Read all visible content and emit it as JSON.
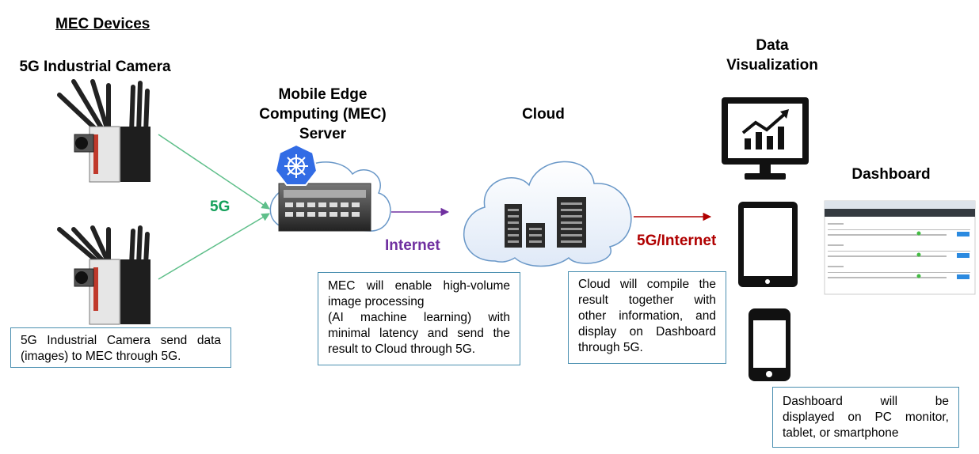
{
  "labels": {
    "mec_devices": "MEC Devices",
    "camera_title": "5G Industrial Camera",
    "mec_server_lines": [
      "Mobile Edge",
      "Computing (MEC)",
      "Server"
    ],
    "cloud": "Cloud",
    "data_viz_lines": [
      "Data",
      "Visualization"
    ],
    "dashboard": "Dashboard",
    "link_5g": "5G",
    "link_internet": "Internet",
    "link_5g_internet": "5G/Internet"
  },
  "descriptions": {
    "camera_lines": [
      "5G Industrial Camera send data",
      "(images) to MEC through 5G."
    ],
    "mec_lines": [
      "MEC will enable high-volume",
      "image processing",
      "(AI machine learning) with",
      "minimal latency and send the",
      "result to Cloud through 5G."
    ],
    "cloud_lines": [
      "Cloud will compile the",
      "result together with",
      "other information, and",
      "display on Dashboard",
      "through 5G."
    ],
    "dashboard_lines": [
      "Dashboard will be",
      "displayed on PC monitor,",
      "tablet, or smartphone"
    ]
  },
  "colors": {
    "link_5g": "#14a05a",
    "link_internet": "#7030a0",
    "link_5g_internet": "#b00000",
    "box_border": "#4a8fb0",
    "kubernetes": "#326ce5"
  },
  "icons": [
    "camera-device-image",
    "kubernetes-icon",
    "server-rack-image",
    "cloud-icon",
    "monitor-chart-icon",
    "tablet-icon",
    "smartphone-icon",
    "dashboard-screenshot"
  ]
}
